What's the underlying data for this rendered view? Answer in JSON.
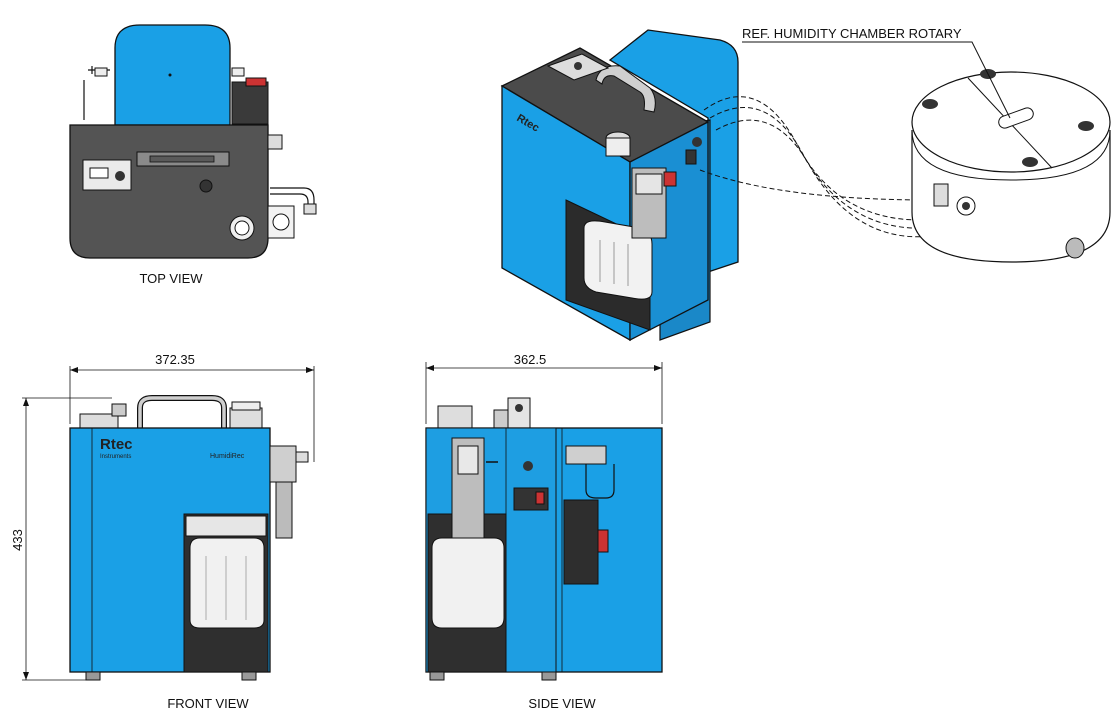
{
  "views": {
    "top": "TOP VIEW",
    "front": "FRONT VIEW",
    "side": "SIDE VIEW"
  },
  "callout": "REF. HUMIDITY CHAMBER ROTARY",
  "dimensions": {
    "front_width": "372.35",
    "side_width": "362.5",
    "height": "433"
  },
  "brand": {
    "logo": "Rtec",
    "sub": "Instruments",
    "product": "HumidiRec"
  },
  "colors": {
    "housing_blue": "#1aa0e6",
    "dark_panel": "#545454",
    "outline": "#111111"
  }
}
